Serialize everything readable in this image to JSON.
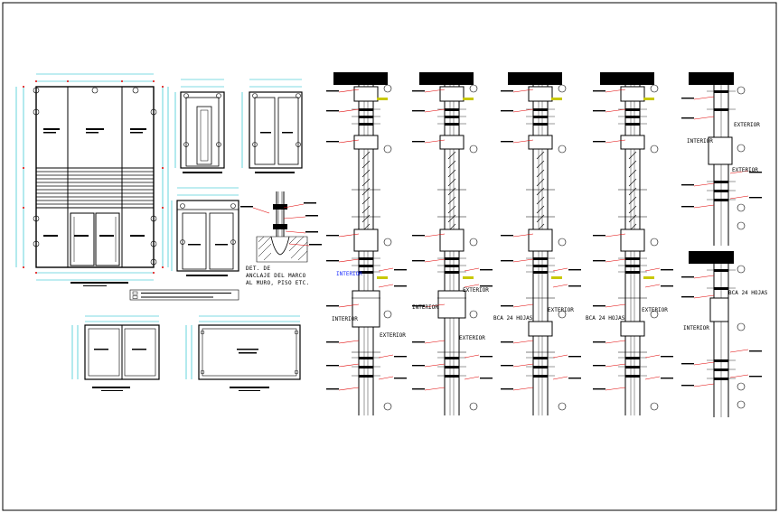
{
  "labels": {
    "detail_title_line1": "DET. DE",
    "detail_title_line2": "ANCLAJE DEL MARCO",
    "detail_title_line3": "AL MURO, PISO ETC.",
    "interior": "INTERIOR",
    "exterior": "EXTERIOR",
    "bca_24_hojas": "BCA 24 HOJAS"
  },
  "section_columns": [
    {
      "id": "col-1",
      "interior_label": "INTERIOR",
      "interior_color": "#1a2cff",
      "exterior_label": "EXTERIOR"
    },
    {
      "id": "col-2",
      "interior_label": "INTERIOR",
      "exterior_label": "EXTERIOR"
    },
    {
      "id": "col-3",
      "note_label": "BCA 24 HOJAS",
      "exterior_label": "EXTERIOR"
    },
    {
      "id": "col-4",
      "note_label": "BCA 24 HOJAS",
      "exterior_label": "EXTERIOR"
    },
    {
      "id": "col-5",
      "interior_label": "INTERIOR",
      "exterior_label": "EXTERIOR",
      "note_label": "BCA 24 HOJAS"
    }
  ],
  "colors": {
    "line": "#000000",
    "dimension": "#00b8c8",
    "leader": "#e00000",
    "accent_blue": "#1a2cff",
    "marker": "#c8c800"
  }
}
